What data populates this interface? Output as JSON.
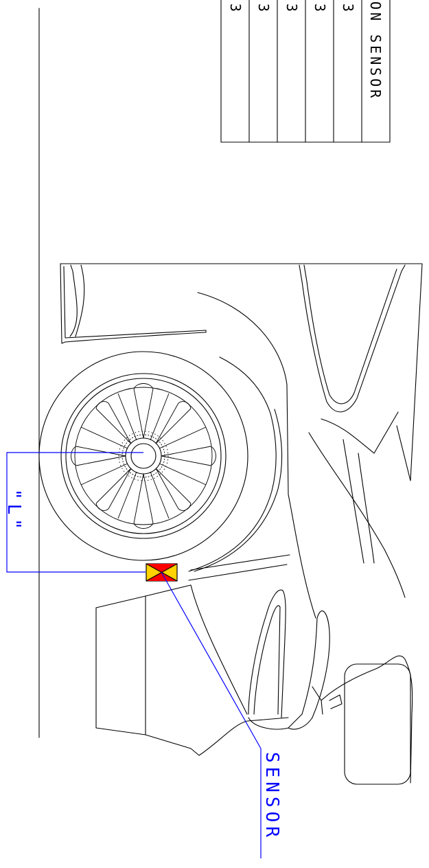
{
  "colors": {
    "line": "#000000",
    "dimension": "#0000ff",
    "sensor_fill": "#ffd200",
    "sensor_mark": "#ff0000",
    "background": "#ffffff"
  },
  "labels": {
    "sensor": "SENSOR",
    "dimension": "\"L\""
  },
  "table": {
    "header_text": "ON SENSOR",
    "cell_text": "3"
  }
}
